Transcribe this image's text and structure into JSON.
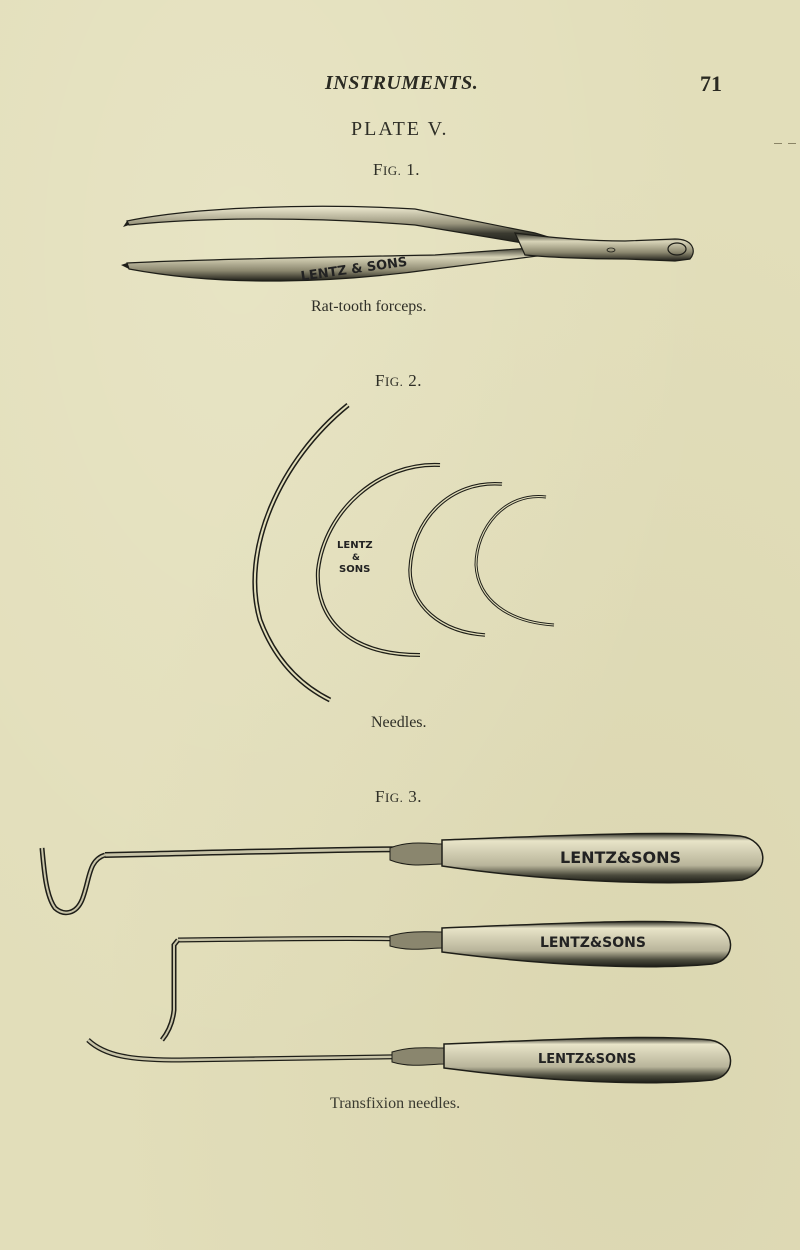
{
  "header": {
    "running_head": "INSTRUMENTS.",
    "page_number": "71"
  },
  "plate": {
    "title": "PLATE V."
  },
  "figures": [
    {
      "label_prefix": "F",
      "label_smallcaps": "ig.",
      "label_number": "1.",
      "caption": "Rat-tooth forceps.",
      "engraving": "LENTZ & SONS"
    },
    {
      "label_prefix": "F",
      "label_smallcaps": "ig.",
      "label_number": "2.",
      "caption": "Needles.",
      "engraving_line1": "LENTZ",
      "engraving_line2": "&",
      "engraving_line3": "SONS"
    },
    {
      "label_prefix": "F",
      "label_smallcaps": "ig.",
      "label_number": "3.",
      "caption": "Transfixion needles.",
      "engravings": [
        "LENTZ&SONS",
        "LENTZ&SONS",
        "LENTZ&SONS"
      ]
    }
  ],
  "colors": {
    "paper": "#e2deba",
    "ink": "#2a2a22"
  }
}
